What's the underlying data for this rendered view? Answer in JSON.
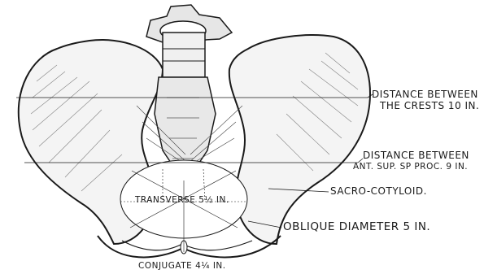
{
  "labels": {
    "crests_line1": "DISTANCE BETWEEN",
    "crests_line2": "THE CRESTS 10 IN.",
    "spines_line1": "DISTANCE BETWEEN",
    "spines_line2": "ANT. SUP. SP PROC. 9 IN.",
    "sacro": "SACRO-COTYLOID.",
    "transverse": "TRANSVERSE 5½ IN.",
    "oblique": "OBLIQUE DIAMETER 5 IN.",
    "conjugate": "CONJUGATE 4¼ IN."
  },
  "colors": {
    "ink": "#1a1a1a",
    "bone_fill": "#f4f4f4",
    "background": "#ffffff"
  }
}
